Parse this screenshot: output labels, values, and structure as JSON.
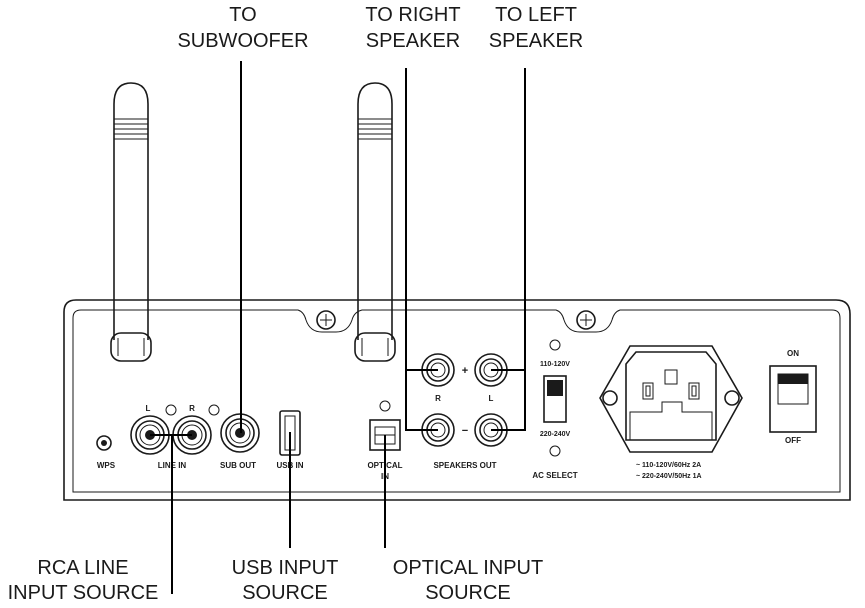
{
  "callouts": {
    "subwoofer": [
      "TO",
      "SUBWOOFER"
    ],
    "right_speaker": [
      "TO RIGHT",
      "SPEAKER"
    ],
    "left_speaker": [
      "TO LEFT",
      "SPEAKER"
    ],
    "rca": [
      "RCA LINE",
      "INPUT SOURCE"
    ],
    "usb": [
      "USB INPUT",
      "SOURCE"
    ],
    "optical": [
      "OPTICAL INPUT",
      "SOURCE"
    ]
  },
  "panel": {
    "wps": "WPS",
    "rca_l": "L",
    "rca_r": "R",
    "line_in": "LINE IN",
    "sub_out": "SUB OUT",
    "usb_in": "USB IN",
    "optical_in": [
      "OPTICAL",
      "IN"
    ],
    "speaker_r": "R",
    "speaker_l": "L",
    "plus": "+",
    "minus": "−",
    "speakers_out": "SPEAKERS OUT",
    "voltage_high": "110-120V",
    "voltage_low": "220-240V",
    "ac_select": "AC SELECT",
    "rating_1": "~ 110-120V/60Hz 2A",
    "rating_2": "~ 220-240V/50Hz 1A",
    "power_on": "ON",
    "power_off": "OFF"
  }
}
